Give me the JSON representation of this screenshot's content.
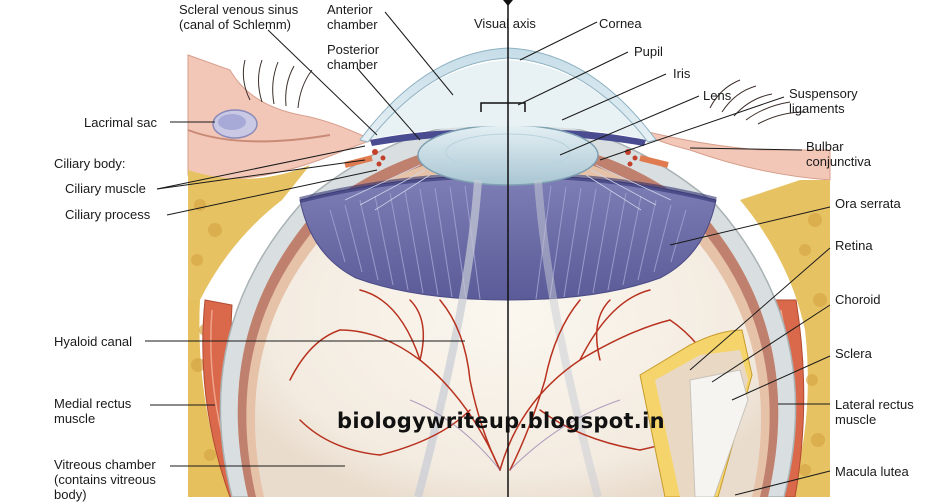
{
  "diagram": {
    "labels": {
      "scleral_venous_sinus": "Scleral venous sinus",
      "canal_of_schlemm": "(canal of Schlemm)",
      "anterior": "Anterior",
      "anterior_chamber": "chamber",
      "posterior": "Posterior",
      "posterior_chamber": "chamber",
      "visual_axis": "Visual axis",
      "cornea": "Cornea",
      "pupil": "Pupil",
      "iris": "Iris",
      "lens": "Lens",
      "suspensory": "Suspensory",
      "ligaments": "ligaments",
      "lacrimal_sac": "Lacrimal sac",
      "bulbar": "Bulbar",
      "conjunctiva": "conjunctiva",
      "ciliary_body": "Ciliary body:",
      "ciliary_muscle": "Ciliary muscle",
      "ciliary_process": "Ciliary process",
      "ora_serrata": "Ora serrata",
      "retina": "Retina",
      "choroid": "Choroid",
      "hyaloid_canal": "Hyaloid canal",
      "sclera": "Sclera",
      "medial_rectus": "Medial rectus",
      "medial_rectus_2": "muscle",
      "lateral_rectus": "Lateral rectus",
      "lateral_rectus_2": "muscle",
      "vitreous_chamber": "Vitreous chamber",
      "vitreous_chamber_2": "(contains vitreous",
      "vitreous_chamber_3": "body)",
      "macula_lutea": "Macula lutea"
    },
    "watermark": "biologywriteup.blogspot.in"
  }
}
